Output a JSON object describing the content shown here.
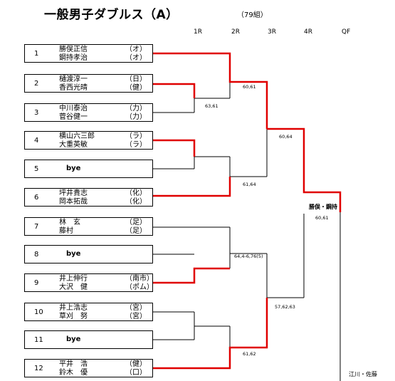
{
  "title": "一般男子ダブルス（A）",
  "count": "（79組）",
  "rounds": [
    "1R",
    "2R",
    "3R",
    "4R",
    "QF"
  ],
  "entries": [
    {
      "seed": "1",
      "p1": "勝俣正信",
      "c1": "（オ）",
      "p2": "鋼持孝治",
      "c2": "（オ）"
    },
    {
      "seed": "2",
      "p1": "樋渡淳一",
      "c1": "（日）",
      "p2": "香西光晴",
      "c2": "（健）"
    },
    {
      "seed": "3",
      "p1": "中川泰治",
      "c1": "（力）",
      "p2": "菅谷健一",
      "c2": "（力）"
    },
    {
      "seed": "4",
      "p1": "横山六三郎",
      "c1": "（ラ）",
      "p2": "大重英敏",
      "c2": "（ラ）"
    },
    {
      "seed": "5",
      "bye": "bye"
    },
    {
      "seed": "6",
      "p1": "坪井貴志",
      "c1": "（化）",
      "p2": "岡本拓哉",
      "c2": "（化）"
    },
    {
      "seed": "7",
      "p1": "林　玄",
      "c1": "（足）",
      "p2": "藤村",
      "c2": "（足）"
    },
    {
      "seed": "8",
      "bye": "bye"
    },
    {
      "seed": "9",
      "p1": "井上伸行",
      "c1": "（南市）",
      "p2": "大沢　健",
      "c2": "（ポム）"
    },
    {
      "seed": "10",
      "p1": "井上浩志",
      "c1": "（宮）",
      "p2": "草刈　努",
      "c2": "（宮）"
    },
    {
      "seed": "11",
      "bye": "bye"
    },
    {
      "seed": "12",
      "p1": "平井　浩",
      "c1": "（健）",
      "p2": "鈴木　優",
      "c2": "（口）"
    }
  ],
  "scores": {
    "s23": "63,61",
    "s13": "60,61",
    "s46": "61,64",
    "s16": "60,64",
    "s79": "64,4-6,76(5)",
    "s1012": "61,62",
    "s712": "57,62,63",
    "s112": "60,61"
  },
  "winner": "勝俣・鋼持",
  "bottom_name": "江川・佐藤",
  "colors": {
    "highlight": "#e00000",
    "line": "#000000"
  }
}
